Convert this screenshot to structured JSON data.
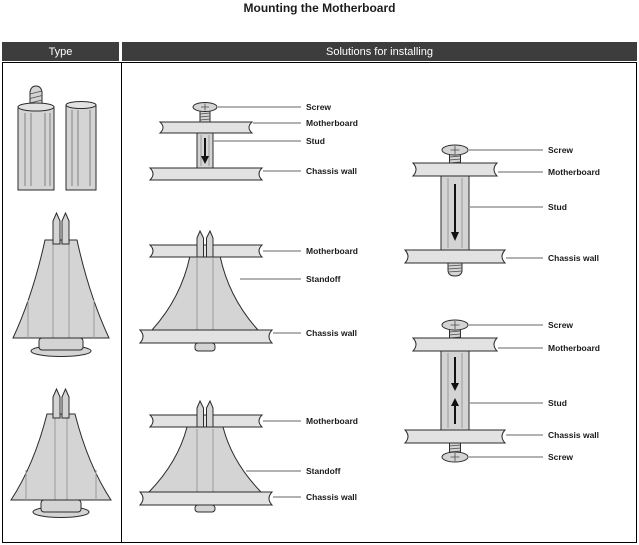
{
  "title": "Mounting the Motherboard",
  "header": {
    "type_label": "Type",
    "solutions_label": "Solutions for installing"
  },
  "colors": {
    "header_bg": "#3d3d3d",
    "header_text": "#ffffff",
    "part_fill": "#d4d4d4",
    "outline": "#2b2b2b"
  },
  "diagrams": {
    "mid_top": {
      "labels": {
        "screw": "Screw",
        "motherboard": "Motherboard",
        "stud": "Stud",
        "chassis": "Chassis wall"
      }
    },
    "mid_center": {
      "labels": {
        "motherboard": "Motherboard",
        "standoff": "Standoff",
        "chassis": "Chassis wall"
      }
    },
    "mid_bottom": {
      "labels": {
        "motherboard": "Motherboard",
        "standoff": "Standoff",
        "chassis": "Chassis wall"
      }
    },
    "right_top": {
      "labels": {
        "screw": "Screw",
        "motherboard": "Motherboard",
        "stud": "Stud",
        "chassis": "Chassis wall"
      }
    },
    "right_bottom": {
      "labels": {
        "screw_top": "Screw",
        "motherboard": "Motherboard",
        "stud": "Stud",
        "chassis": "Chassis wall",
        "screw_bottom": "Screw"
      }
    }
  }
}
